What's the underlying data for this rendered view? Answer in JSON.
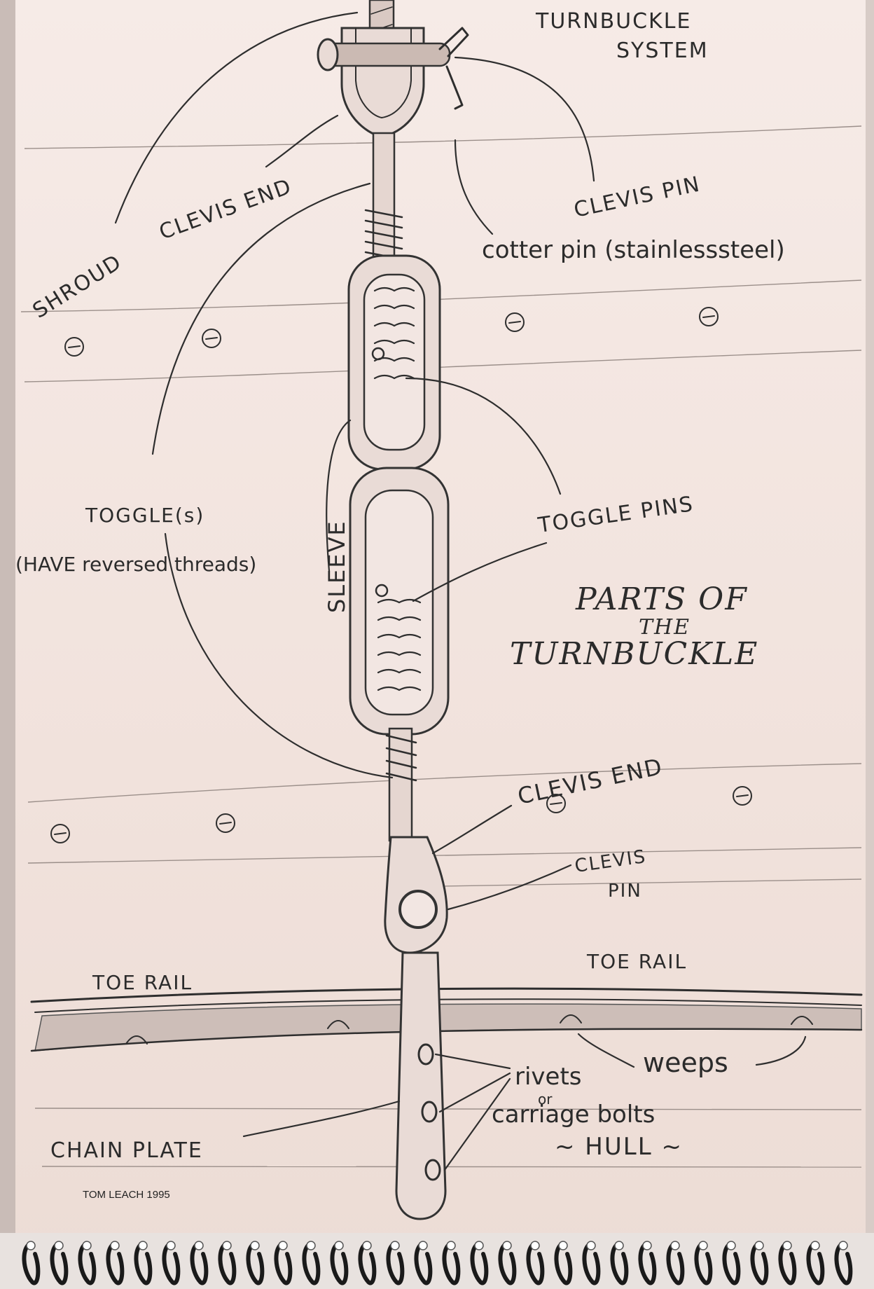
{
  "title": {
    "line1": "TURNBUCKLE",
    "line2": "SYSTEM"
  },
  "heading": {
    "line1": "PARTS OF",
    "line2": "THE",
    "line3": "TURNBUCKLE"
  },
  "labels": {
    "shroud": "SHROUD",
    "clevis_end_top": "CLEVIS END",
    "clevis_pin_top": "CLEVIS PIN",
    "cotter_pin": "cotter pin (stainlesssteel)",
    "toggles": "TOGGLE(s)",
    "reversed_threads": "(HAVE reversed threads)",
    "sleeve": "SLEEVE",
    "toggle_pins": "TOGGLE PINS",
    "clevis_end_bottom": "CLEVIS END",
    "clevis_pin_bottom_1": "CLEVIS",
    "clevis_pin_bottom_2": "PIN",
    "toe_rail_left": "TOE RAIL",
    "toe_rail_right": "TOE RAIL",
    "weeps": "weeps",
    "rivets": "rivets",
    "or": "or",
    "carriage_bolts": "carriage bolts",
    "hull": "~ HULL ~",
    "chain_plate": "CHAIN PLATE"
  },
  "credit": "TOM LEACH   1995",
  "colors": {
    "paper": "#f3e7e2",
    "ink": "#2e2e2e",
    "spiral": "#1a1a1a"
  }
}
